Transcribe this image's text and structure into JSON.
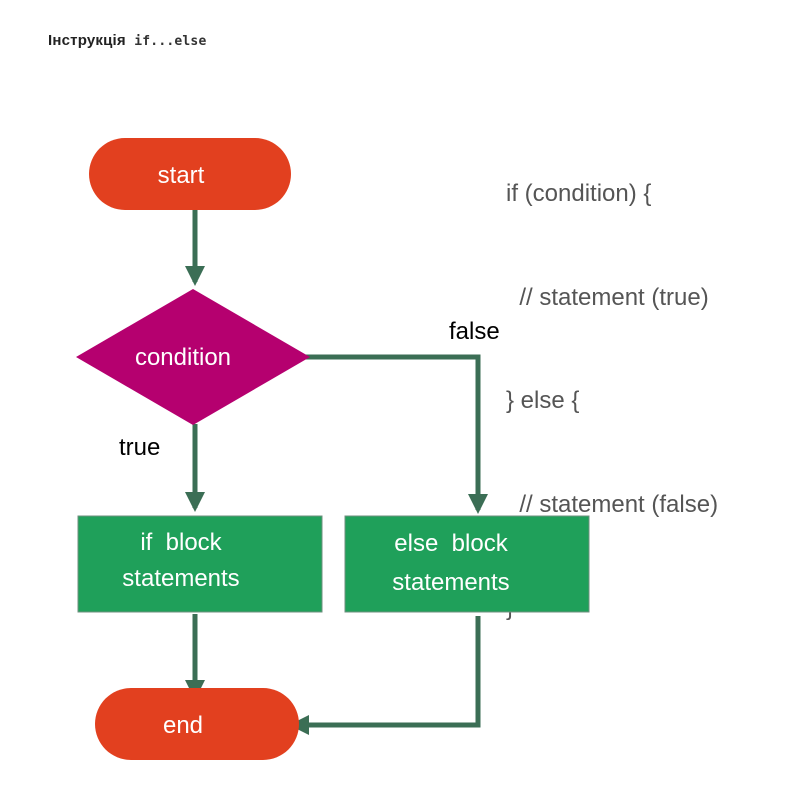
{
  "header": {
    "title": "Інструкція",
    "code": "if...else"
  },
  "code_sample": {
    "lines": [
      "if (condition) {",
      "  // statement (true)",
      "} else {",
      "  // statement (false)",
      "}"
    ]
  },
  "flowchart": {
    "start_label": "start",
    "condition_label": "condition",
    "true_label": "true",
    "false_label": "false",
    "if_block_lines": [
      "if  block",
      "statements"
    ],
    "else_block_lines": [
      "else  block",
      "statements"
    ],
    "end_label": "end"
  },
  "colors": {
    "terminal": "#e2401f",
    "decision": "#b5006f",
    "process": "#1fa05a",
    "arrow": "#3b6e55",
    "code_text": "#555555"
  }
}
